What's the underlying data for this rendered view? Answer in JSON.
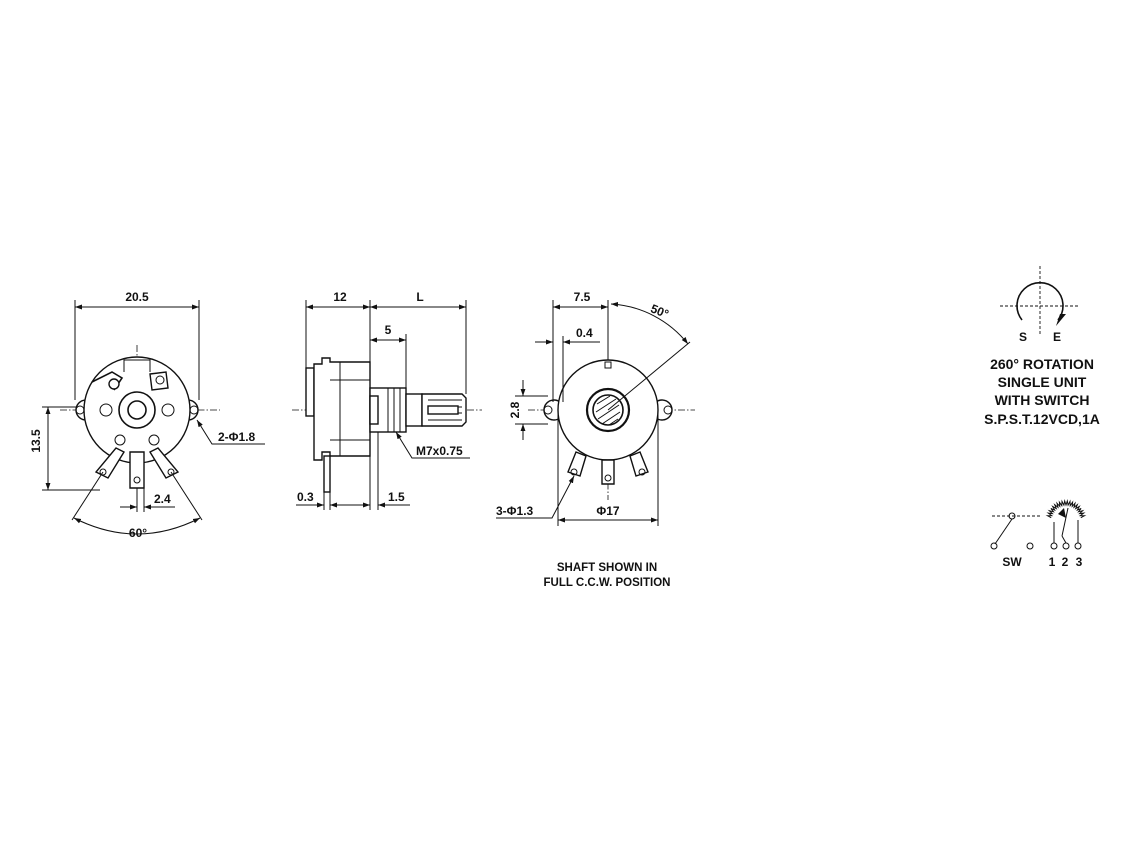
{
  "front_view": {
    "width_dim": "20.5",
    "height_dim": "13.5",
    "hole_dim": "2-Φ1.8",
    "pitch_dim": "2.4",
    "angle_dim": "60°"
  },
  "side_view": {
    "body_dim": "12",
    "shaft_dim": "L",
    "bushing_dim": "5",
    "thread_dim": "M7x0.75",
    "plate_dim": "0.3",
    "flange_dim": "1.5"
  },
  "rear_view": {
    "offset_dim": "7.5",
    "gap_dim": "0.4",
    "angle_dim": "50°",
    "height_dim": "2.8",
    "terminal_hole_dim": "3-Φ1.3",
    "diameter_dim": "Φ17"
  },
  "note": {
    "line1": "SHAFT SHOWN IN",
    "line2": "FULL C.C.W. POSITION"
  },
  "rotation_symbol": {
    "start_label": "S",
    "end_label": "E"
  },
  "spec": {
    "line1": "260° ROTATION",
    "line2": "SINGLE UNIT",
    "line3": "WITH SWITCH",
    "line4": "S.P.S.T.12VCD,1A"
  },
  "schematic": {
    "switch_label": "SW",
    "pin1": "1",
    "pin2": "2",
    "pin3": "3"
  }
}
